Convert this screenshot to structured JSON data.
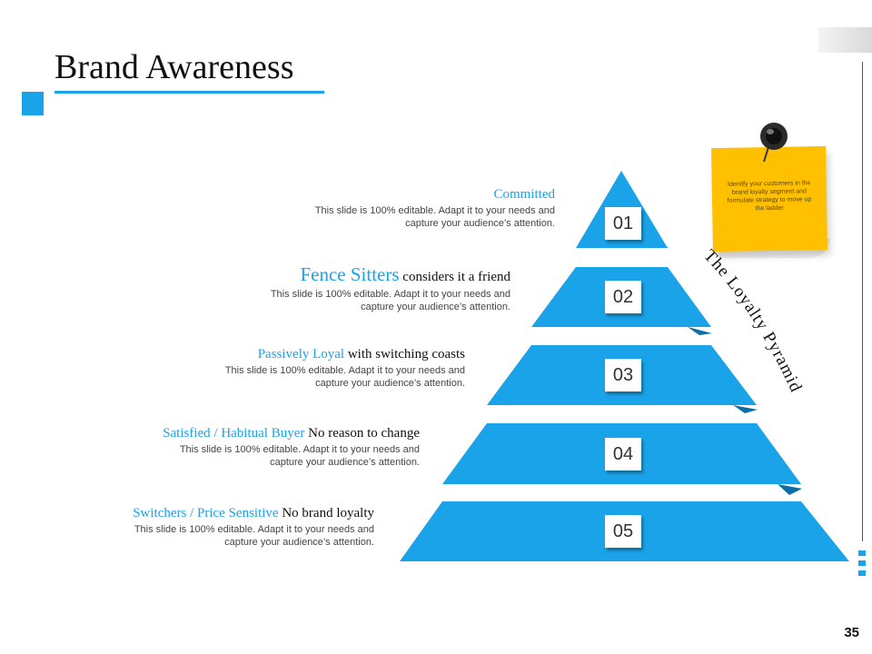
{
  "slide": {
    "title": "Brand Awareness",
    "page_number": "35"
  },
  "pyramid": {
    "curved_label": "The Loyalty Pyramid",
    "levels": [
      {
        "number": "01",
        "highlight": "Committed",
        "rest": "",
        "description_line1": "This slide is 100% editable. Adapt it to your needs and",
        "description_line2": "capture your audience’s attention."
      },
      {
        "number": "02",
        "highlight": "Fence Sitters",
        "rest": " considers it a friend",
        "description_line1": "This slide is 100% editable. Adapt it to your needs and",
        "description_line2": "capture your audience’s attention."
      },
      {
        "number": "03",
        "highlight": "Passively Loyal",
        "rest": " with  switching coasts",
        "description_line1": "This slide is 100% editable. Adapt it to your needs and",
        "description_line2": "capture your audience’s attention."
      },
      {
        "number": "04",
        "highlight": "Satisfied / Habitual Buyer",
        "rest": " No reason to change",
        "description_line1": "This slide is 100% editable. Adapt it to your needs and",
        "description_line2": "capture your audience’s attention."
      },
      {
        "number": "05",
        "highlight": "Switchers / Price Sensitive",
        "rest": " No brand loyalty",
        "description_line1": "This slide is 100% editable. Adapt it to your needs and",
        "description_line2": "capture your audience’s attention."
      }
    ]
  },
  "sticky_note": {
    "text": "Identify your customers in the brand loyalty segment and formulate strategy to move up the ladder"
  },
  "colors": {
    "accent": "#1aa3e8",
    "accent_dark": "#0a6fa8",
    "note": "#ffc000"
  },
  "icons": {
    "pin": "push-pin-icon"
  }
}
